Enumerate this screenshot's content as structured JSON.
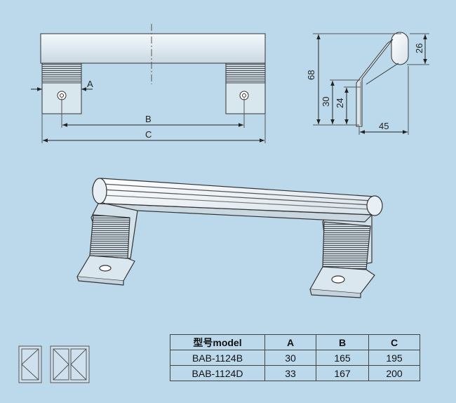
{
  "dimensions": {
    "front": {
      "a": "A",
      "b": "B",
      "c": "C"
    },
    "side": {
      "height_total": "68",
      "height_mid": "30",
      "height_inner": "24",
      "head": "26",
      "depth": "45"
    }
  },
  "icons": [
    "casement-window-single-icon",
    "casement-window-double-icon"
  ],
  "table": {
    "headers": [
      "型号model",
      "A",
      "B",
      "C"
    ],
    "rows": [
      [
        "BAB-1124B",
        "30",
        "165",
        "195"
      ],
      [
        "BAB-1124D",
        "33",
        "167",
        "200"
      ]
    ]
  },
  "colors": {
    "background": "#bcd9ec",
    "line": "#333333"
  }
}
